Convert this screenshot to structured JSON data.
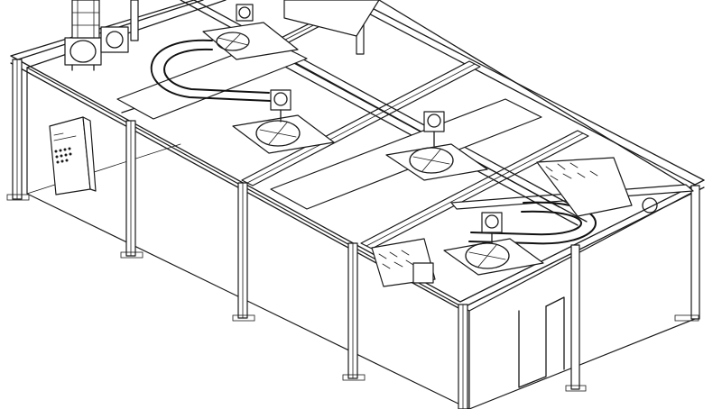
{
  "drawing": {
    "components": [
      {
        "name": "steel-frame"
      },
      {
        "name": "chamber-body"
      },
      {
        "name": "roof-beam"
      },
      {
        "name": "circulation-duct-loop"
      },
      {
        "name": "blower-motor"
      },
      {
        "name": "axial-fan-unit"
      },
      {
        "name": "control-cabinet"
      },
      {
        "name": "heater-coil-section"
      },
      {
        "name": "exhaust-stack"
      }
    ],
    "fan_count": 5,
    "colors": {
      "line": "#1a1a1a",
      "paper": "#ffffff"
    }
  }
}
